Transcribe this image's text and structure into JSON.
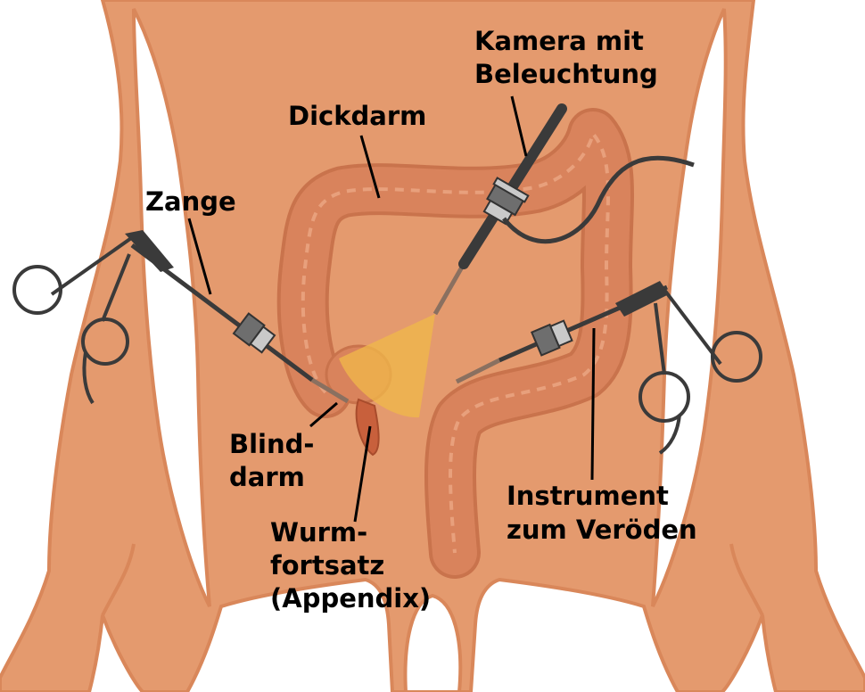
{
  "colors": {
    "background": "#ffffff",
    "skin": "#e49a6e",
    "skin_outline": "#d9875a",
    "colon": "#d9835c",
    "colon_outline": "#c9734c",
    "appendix": "#c8603c",
    "light_cone": "#f0b84a",
    "instrument": "#3a3a3a",
    "port": "#6e6e6e",
    "label": "#000000"
  },
  "labels": {
    "camera_line1": "Kamera mit",
    "camera_line2": "Beleuchtung",
    "colon": "Dickdarm",
    "forceps": "Zange",
    "cecum_line1": "Blind-",
    "cecum_line2": "darm",
    "appendix_line1": "Wurm-",
    "appendix_line2": "fortsatz",
    "appendix_line3": "(Appendix)",
    "cautery_line1": "Instrument",
    "cautery_line2": "zum Veröden"
  },
  "icons": {
    "forceps": "forceps-icon",
    "camera": "camera-icon",
    "cautery": "cautery-instrument-icon"
  }
}
